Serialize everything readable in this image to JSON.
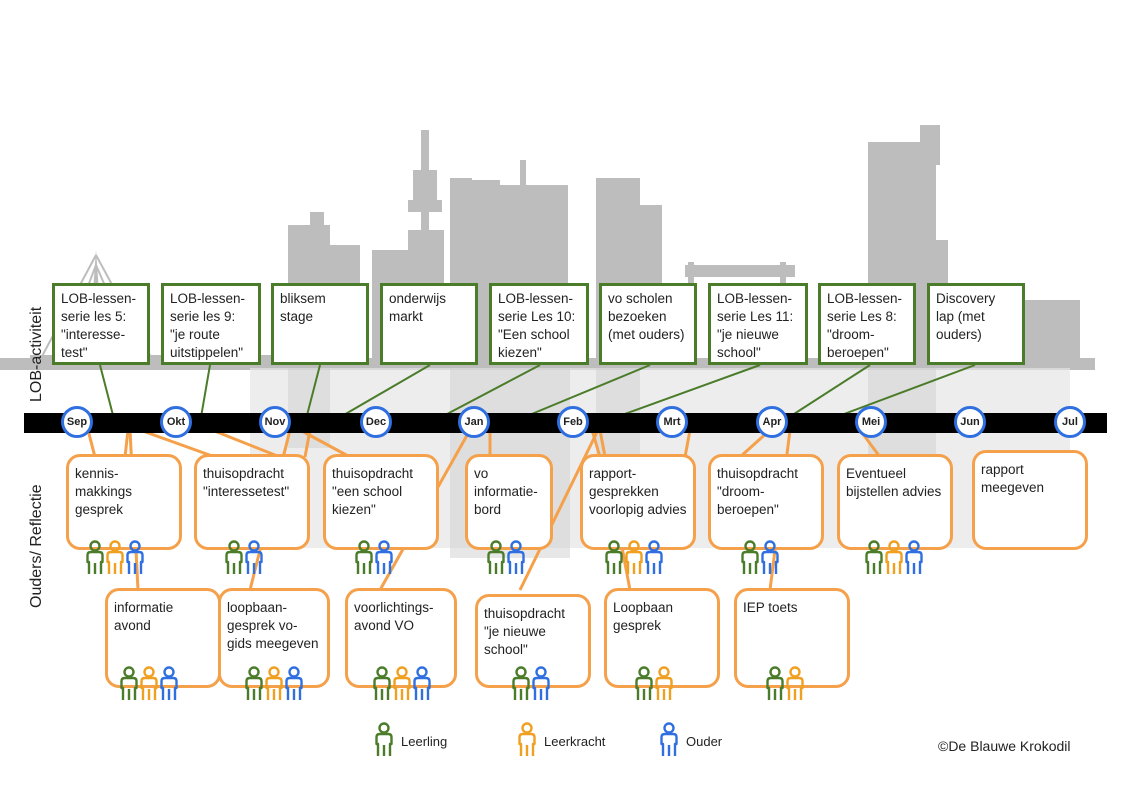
{
  "side_labels": {
    "top": "LOB-activiteit",
    "bottom": "Ouders/ Reflectie"
  },
  "months": [
    "Sep",
    "Okt",
    "Nov",
    "Dec",
    "Jan",
    "Feb",
    "Mrt",
    "Apr",
    "Mei",
    "Jun",
    "Jul"
  ],
  "lob_activities": [
    "LOB-lessen-serie les 5: \"interesse-test\"",
    "LOB-lessen-serie les 9: \"je route uitstippelen\"",
    "bliksem stage",
    "onderwijs markt",
    "LOB-lessen-serie Les 10: \"Een school kiezen\"",
    "vo scholen bezoeken (met ouders)",
    "LOB-lessen-serie Les 11: \"je nieuwe school\"",
    "LOB-lessen-serie Les 8: \"droom-beroepen\"",
    "Discovery lap (met ouders)"
  ],
  "reflection_row1": [
    {
      "text": "kennis-makkings gesprek",
      "people": [
        "leerling",
        "leerkracht",
        "ouder"
      ]
    },
    {
      "text": "thuisopdracht \"interessetest\"",
      "people": [
        "leerling",
        "ouder"
      ]
    },
    {
      "text": "thuisopdracht \"een school kiezen\"",
      "people": [
        "leerling",
        "ouder"
      ]
    },
    {
      "text": "vo informatie-bord",
      "people": [
        "leerling",
        "ouder"
      ]
    },
    {
      "text": "rapport-gesprekken voorlopig advies",
      "people": [
        "leerling",
        "leerkracht",
        "ouder"
      ]
    },
    {
      "text": "thuisopdracht \"droom-beroepen\"",
      "people": [
        "leerling",
        "ouder"
      ]
    },
    {
      "text": "Eventueel bijstellen advies",
      "people": [
        "leerling",
        "leerkracht",
        "ouder"
      ]
    },
    {
      "text": "rapport meegeven",
      "people": []
    }
  ],
  "reflection_row2": [
    {
      "text": "informatie avond",
      "people": [
        "leerling",
        "leerkracht",
        "ouder"
      ]
    },
    {
      "text": "loopbaan-gesprek vo-gids meegeven",
      "people": [
        "leerling",
        "leerkracht",
        "ouder"
      ]
    },
    {
      "text": "voorlichtings-avond VO",
      "people": [
        "leerling",
        "leerkracht",
        "ouder"
      ]
    },
    {
      "text": "thuisopdracht \"je nieuwe school\"",
      "people": [
        "leerling",
        "ouder"
      ]
    },
    {
      "text": "Loopbaan gesprek",
      "people": [
        "leerling",
        "leerkracht"
      ]
    },
    {
      "text": "IEP toets",
      "people": [
        "leerling",
        "leerkracht"
      ]
    }
  ],
  "legend": [
    {
      "label": "Leerling",
      "color": "#4a7c2a"
    },
    {
      "label": "Leerkracht",
      "color": "#f0a020"
    },
    {
      "label": "Ouder",
      "color": "#2f6fe0"
    }
  ],
  "colors": {
    "lob_border": "#4a7c2a",
    "bubble_border": "#f5a04a",
    "month_border": "#2f6fe0",
    "skyline": "#b8b8b8"
  },
  "copyright": "©De Blauwe Krokodil"
}
